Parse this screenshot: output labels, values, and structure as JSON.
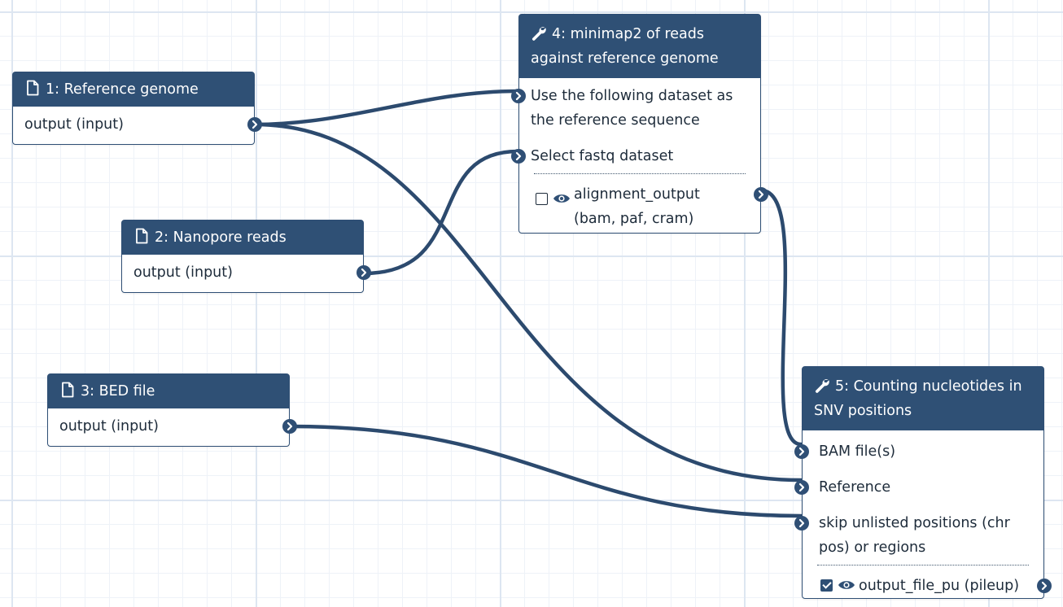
{
  "nodes": {
    "n1": {
      "title": "1: Reference genome",
      "output_label": "output (input)",
      "icon": "file-icon"
    },
    "n2": {
      "title": "2: Nanopore reads",
      "output_label": "output (input)",
      "icon": "file-icon"
    },
    "n3": {
      "title": "3: BED file",
      "output_label": "output (input)",
      "icon": "file-icon"
    },
    "n4": {
      "title": "4: minimap2 of reads against reference genome",
      "icon": "wrench-icon",
      "inputs": [
        "Use the following dataset as the reference sequence",
        "Select fastq dataset"
      ],
      "output": {
        "label": "alignment_output (bam, paf, cram)",
        "checked": false
      }
    },
    "n5": {
      "title": "5: Counting nucleotides in SNV positions",
      "icon": "wrench-icon",
      "inputs": [
        "BAM file(s)",
        "Reference",
        "skip unlisted positions (chr pos) or regions"
      ],
      "output": {
        "label": "output_file_pu (pileup)",
        "checked": true
      }
    }
  },
  "connections": [
    {
      "from": "1: Reference genome",
      "to": "Use the following dataset as the reference sequence"
    },
    {
      "from": "1: Reference genome",
      "to": "Reference"
    },
    {
      "from": "2: Nanopore reads",
      "to": "Select fastq dataset"
    },
    {
      "from": "3: BED file",
      "to": "skip unlisted positions (chr pos) or regions"
    },
    {
      "from": "alignment_output (bam, paf, cram)",
      "to": "BAM file(s)"
    }
  ],
  "colors": {
    "header": "#2f5075",
    "wire": "#2c4a6e",
    "grid": "#dde6f1"
  }
}
